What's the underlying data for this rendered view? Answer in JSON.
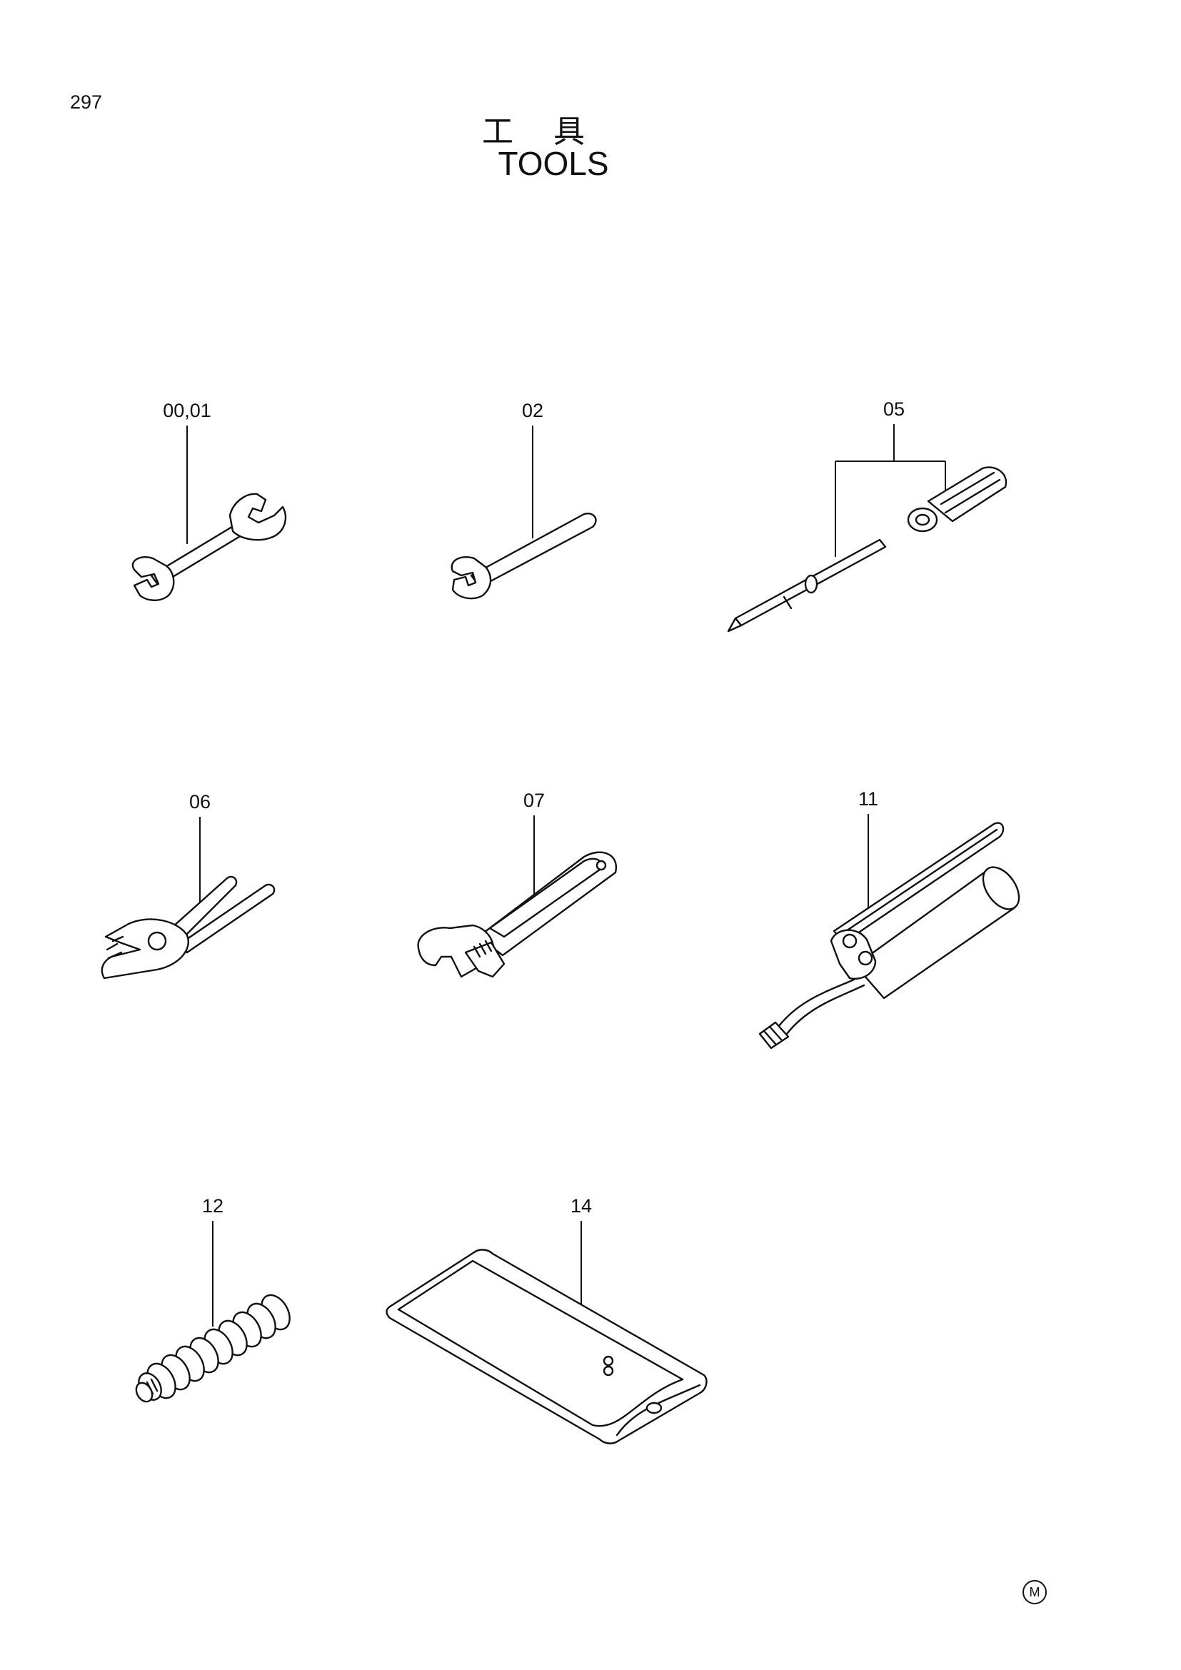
{
  "page": {
    "number": "297",
    "title_jp": "工具",
    "title_en": "TOOLS",
    "mark": "M"
  },
  "parts": [
    {
      "label": "00,01",
      "icon": "double-open-end-wrench-icon"
    },
    {
      "label": "02",
      "icon": "single-open-end-wrench-icon"
    },
    {
      "label": "05",
      "icon": "screwdriver-set-icon"
    },
    {
      "label": "06",
      "icon": "pliers-icon"
    },
    {
      "label": "07",
      "icon": "adjustable-wrench-icon"
    },
    {
      "label": "11",
      "icon": "grease-gun-icon"
    },
    {
      "label": "12",
      "icon": "grease-nozzle-icon"
    },
    {
      "label": "14",
      "icon": "tool-bag-icon"
    }
  ]
}
